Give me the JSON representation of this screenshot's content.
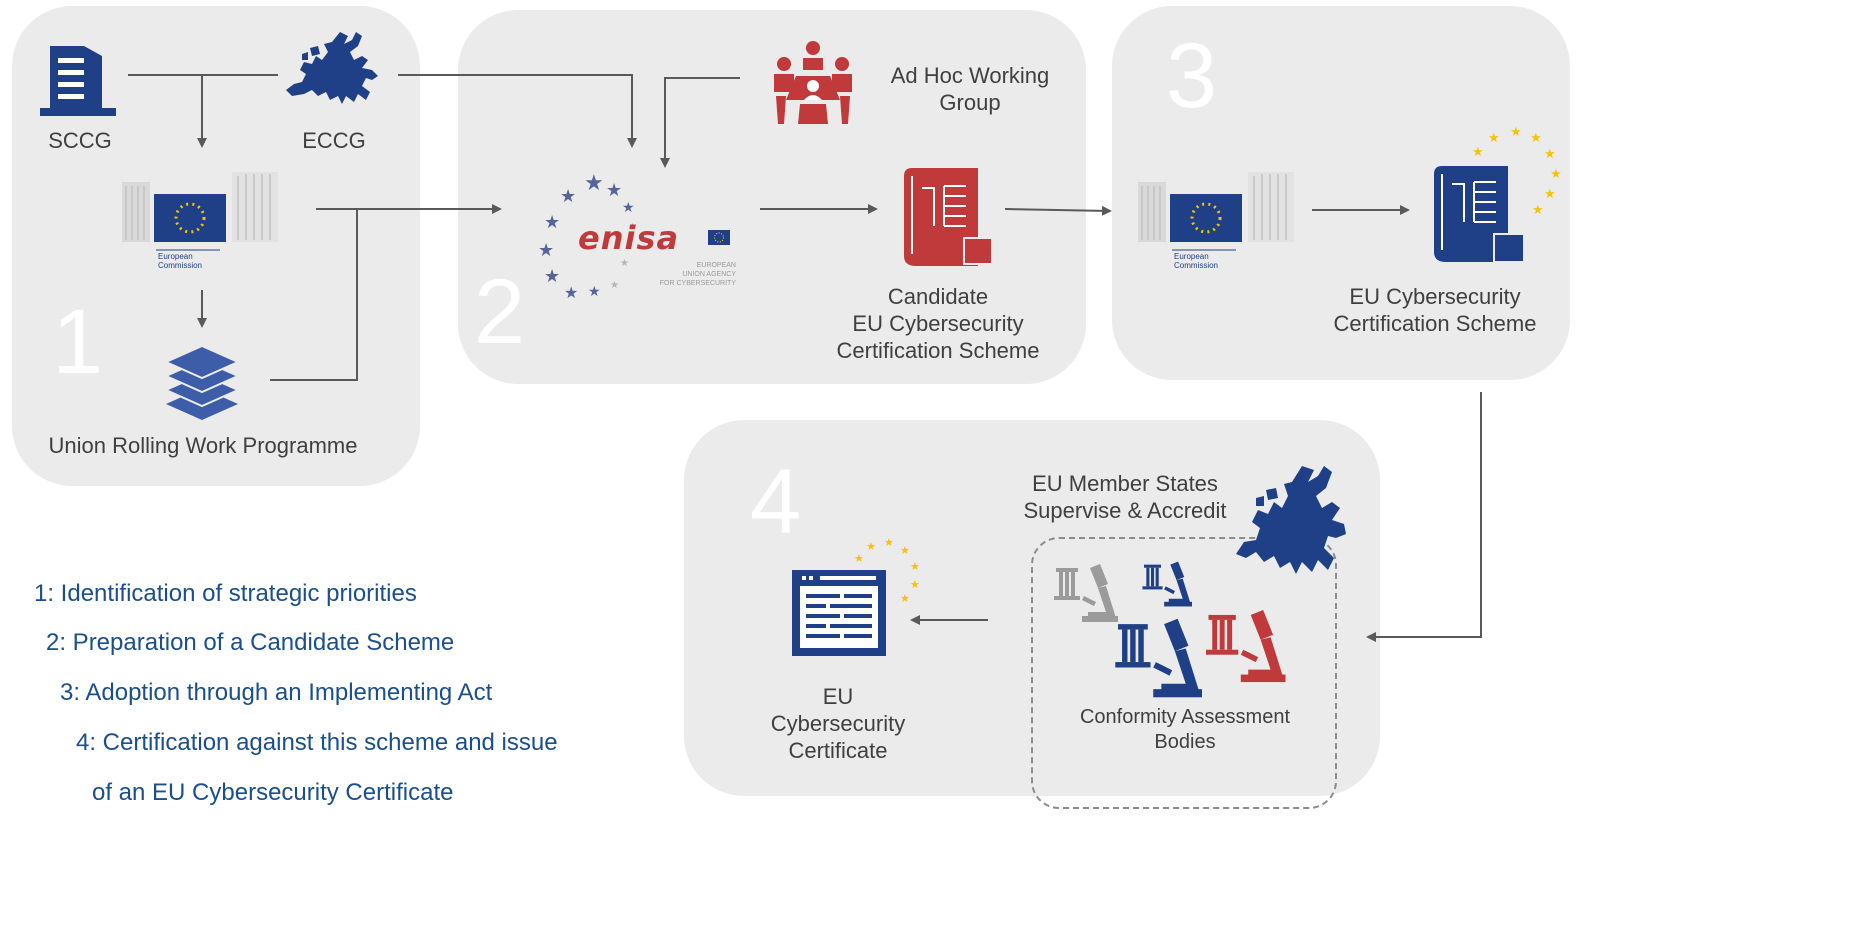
{
  "steps": {
    "s1": "1",
    "s2": "2",
    "s3": "3",
    "s4": "4"
  },
  "panel1": {
    "sccg": "SCCG",
    "eccg": "ECCG",
    "work_programme": "Union Rolling Work Programme"
  },
  "panel2": {
    "ad_hoc_line1": "Ad Hoc Working",
    "ad_hoc_line2": "Group",
    "enisa_word": "enisa",
    "enisa_sub1": "EUROPEAN",
    "enisa_sub2": "UNION AGENCY",
    "enisa_sub3": "FOR CYBERSECURITY",
    "candidate_line1": "Candidate",
    "candidate_line2": "EU Cybersecurity",
    "candidate_line3": "Certification Scheme"
  },
  "ec_logo": {
    "line1": "European",
    "line2": "Commission"
  },
  "panel3": {
    "scheme_line1": "EU Cybersecurity",
    "scheme_line2": "Certification Scheme"
  },
  "panel4": {
    "member_line1": "EU Member States",
    "member_line2": "Supervise & Accredit",
    "cab_line1": "Conformity Assessment",
    "cab_line2": "Bodies",
    "cert_line1": "EU",
    "cert_line2": "Cybersecurity",
    "cert_line3": "Certificate"
  },
  "legend": [
    "1: Identification of strategic priorities",
    "2: Preparation of a Candidate Scheme",
    "3: Adoption through an Implementing Act",
    "4: Certification against this scheme and issue",
    "of an EU Cybersecurity Certificate"
  ],
  "colors": {
    "panel": "#ebebeb",
    "navy": "#1f3f86",
    "red": "#c0393b",
    "legend_blue": "#1a4f8c",
    "eu_yellow": "#f5c400",
    "arrow": "#595959"
  },
  "icons": [
    "building-icon",
    "europe-map-icon",
    "european-commission-logo",
    "layers-icon",
    "meeting-group-icon",
    "enisa-logo",
    "scheme-document-icon",
    "certificate-window-icon",
    "microscope-icon"
  ]
}
